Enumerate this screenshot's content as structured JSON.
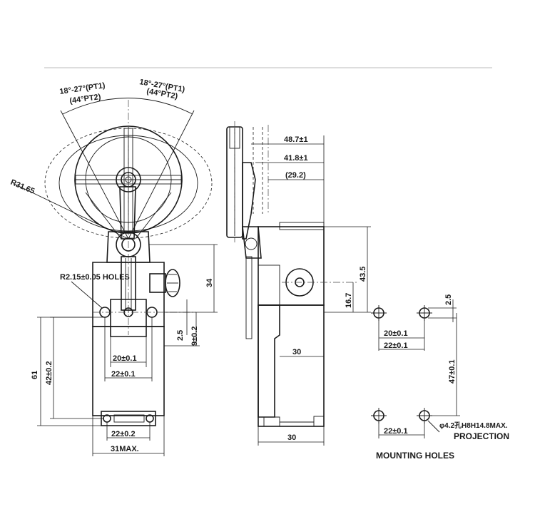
{
  "labels": {
    "angle_left_1": "18°-27°(PT1)",
    "angle_left_2": "(44°PT2)",
    "angle_right_1": "18°-27°(PT1)",
    "angle_right_2": "(44°PT2)",
    "radius": "R31.65",
    "holes": "R2.15±0.05 HOLES",
    "d48": "48.7±1",
    "d41": "41.8±1",
    "d29": "(29.2)",
    "d43": "43.5",
    "d16": "16.7",
    "d34": "34",
    "d2_5a": "2.5",
    "d9": "9±0.2",
    "d20a": "20±0.1",
    "d22a": "22±0.1",
    "d61": "61",
    "d42": "42±0.2",
    "d22b": "22±0.2",
    "d31": "31MAX.",
    "d30a": "30",
    "d30b": "30",
    "d2_5b": "2.5",
    "d20b": "20±0.1",
    "d22c": "22±0.1",
    "d47": "47±0.1",
    "d22d": "22±0.1",
    "hole_spec": "φ4.2孔H8H14.8MAX.",
    "projection": "PROJECTION",
    "mounting_title": "MOUNTING HOLES"
  }
}
